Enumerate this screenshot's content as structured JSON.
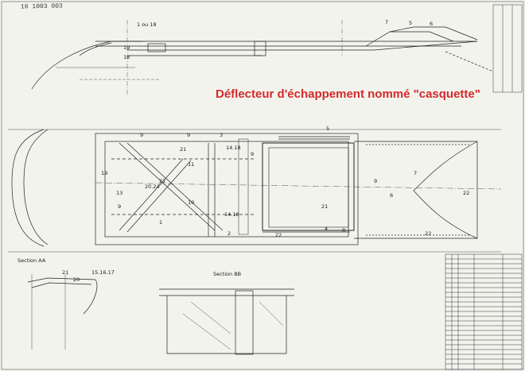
{
  "colors": {
    "title": "#d42a2a",
    "ink": "#1f1f1f",
    "paper": "#f3f3ee"
  },
  "title": "Déflecteur d'échappement nommé \"casquette\"",
  "doc_number": "16 1003 003",
  "sections": {
    "section_aa": "Section AA",
    "section_bb": "Section BB"
  },
  "callouts": {
    "top_view": [
      "1 ou 18",
      "7",
      "5",
      "6",
      "19",
      "18"
    ],
    "plan_view": [
      "9",
      "9",
      "3",
      "5",
      "21",
      "11",
      "14.18",
      "9",
      "7",
      "9",
      "6",
      "19",
      "13",
      "21",
      "10",
      "20.24",
      "9",
      "1",
      "2",
      "14.18",
      "22",
      "21",
      "4",
      "8",
      "22",
      "22"
    ],
    "section_a": [
      "21",
      "20",
      "15.16.17"
    ]
  }
}
